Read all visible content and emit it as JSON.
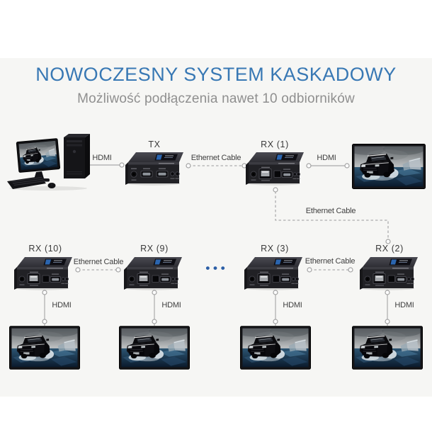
{
  "header": {
    "title": "NOWOCZESNY SYSTEM KASKADOWY",
    "subtitle": "Możliwość podłączenia nawet 10 odbiorników"
  },
  "colors": {
    "page_bg": "#ffffff",
    "panel_bg": "#f6f6f4",
    "title_blue": "#3878b4",
    "subtitle_gray": "#8f8f8f",
    "connection_label": "#3f3f3f",
    "device_label": "#3a3a3a",
    "line_gray": "#b6b6b6",
    "dots_blue": "#2b5ea6"
  },
  "diagram": {
    "devices": [
      {
        "id": "tx",
        "label": "TX"
      },
      {
        "id": "rx1",
        "label": "RX (1)"
      },
      {
        "id": "rx10",
        "label": "RX (10)"
      },
      {
        "id": "rx9",
        "label": "RX (9)"
      },
      {
        "id": "rx3",
        "label": "RX (3)"
      },
      {
        "id": "rx2",
        "label": "RX (2)"
      }
    ],
    "connections": [
      {
        "id": "hdmi-pc-tx",
        "label": "HDMI"
      },
      {
        "id": "ethernet-tx-rx1",
        "label": "Ethernet Cable"
      },
      {
        "id": "hdmi-rx1-tv",
        "label": "HDMI"
      },
      {
        "id": "ethernet-cascade",
        "label": "Ethernet Cable"
      },
      {
        "id": "ethernet-rx10-rx9",
        "label": "Ethernet Cable"
      },
      {
        "id": "ethernet-rx3-rx2",
        "label": "Ethernet Cable"
      },
      {
        "id": "hdmi-rx10-tv",
        "label": "HDMI"
      },
      {
        "id": "hdmi-rx9-tv",
        "label": "HDMI"
      },
      {
        "id": "hdmi-rx3-tv",
        "label": "HDMI"
      },
      {
        "id": "hdmi-rx2-tv",
        "label": "HDMI"
      }
    ],
    "more_indicator": "• • •"
  }
}
